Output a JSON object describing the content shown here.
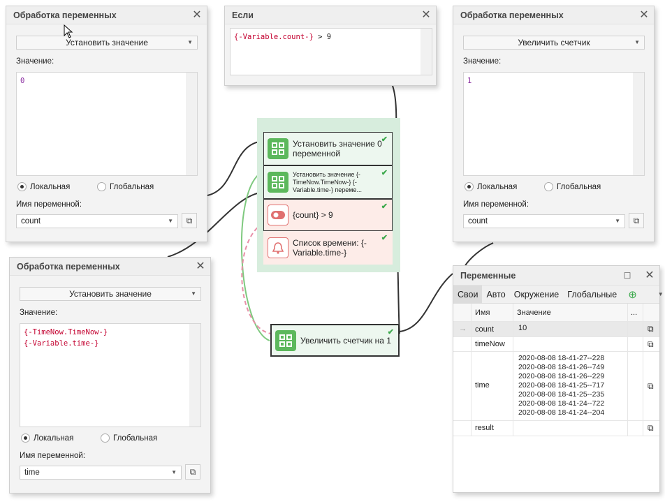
{
  "panel_left_top": {
    "title": "Обработка переменных",
    "action": "Установить значение",
    "value_label": "Значение:",
    "value": "0",
    "radio_local": "Локальная",
    "radio_global": "Глобальная",
    "varname_label": "Имя переменной:",
    "varname": "count"
  },
  "panel_if": {
    "title": "Если",
    "expr_var": "{-Variable.count-}",
    "expr_rest": " > 9"
  },
  "panel_right_top": {
    "title": "Обработка переменных",
    "action": "Увеличить счетчик",
    "value_label": "Значение:",
    "value": "1",
    "radio_local": "Локальная",
    "radio_global": "Глобальная",
    "varname_label": "Имя переменной:",
    "varname": "count"
  },
  "panel_left_bottom": {
    "title": "Обработка переменных",
    "action": "Установить значение",
    "value_label": "Значение:",
    "line1": "{-TimeNow.TimeNow-}",
    "line2": "{-Variable.time-}",
    "radio_local": "Локальная",
    "radio_global": "Глобальная",
    "varname_label": "Имя переменной:",
    "varname": "time"
  },
  "flow": {
    "node1": "Установить значение 0 переменной",
    "node2": "Установить значение {-TimeNow.TimeNow-} {-Variable.time-} переме...",
    "node3": "{count} > 9",
    "node4": "Список времени: {-Variable.time-}",
    "node5": "Увеличить счетчик на 1"
  },
  "variables": {
    "title": "Переменные",
    "tabs": [
      "Свои",
      "Авто",
      "Окружение",
      "Глобальные"
    ],
    "col_name": "Имя",
    "col_value": "Значение",
    "col_more": "...",
    "rows": [
      {
        "name": "count",
        "values": [
          "10"
        ]
      },
      {
        "name": "timeNow",
        "values": []
      },
      {
        "name": "time",
        "values": [
          "2020-08-08   18-41-27--228",
          "2020-08-08   18-41-26--749",
          "2020-08-08   18-41-26--229",
          "2020-08-08   18-41-25--717",
          "2020-08-08   18-41-25--235",
          "2020-08-08   18-41-24--722",
          "2020-08-08   18-41-24--204"
        ]
      },
      {
        "name": "result",
        "values": []
      }
    ]
  },
  "colors": {
    "accent_green": "#5cb85c",
    "node_red_border": "#e07070",
    "group_bg": "#d7eddd"
  }
}
